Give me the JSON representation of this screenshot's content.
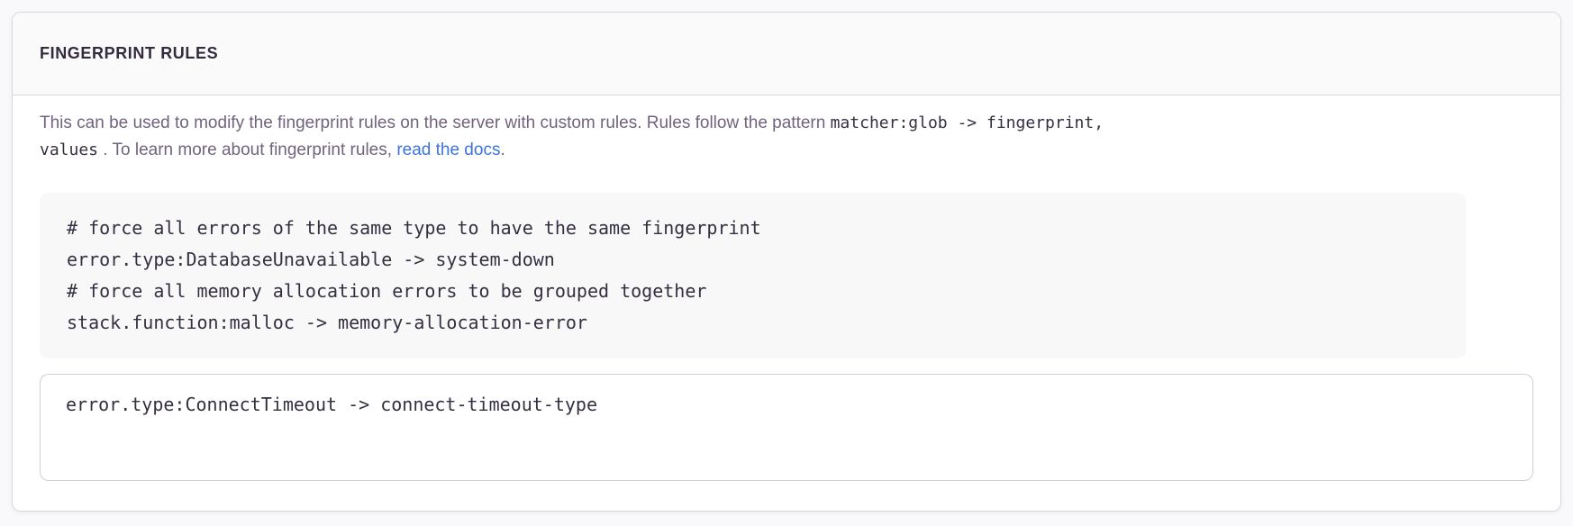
{
  "panel": {
    "title": "FINGERPRINT RULES",
    "description": {
      "line1_text": "This can be used to modify the fingerprint rules on the server with custom rules. Rules follow the pattern ",
      "line1_code": "matcher:glob -> fingerprint,",
      "line2_code": "values",
      "line2_text": " . To learn more about fingerprint rules, ",
      "link_label": "read the docs",
      "line2_end": "."
    },
    "code_example": {
      "lines": [
        "# force all errors of the same type to have the same fingerprint",
        "error.type:DatabaseUnavailable -> system-down",
        "# force all memory allocation errors to be grouped together",
        "stack.function:malloc -> memory-allocation-error"
      ]
    },
    "rules_input": {
      "value": "error.type:ConnectTimeout -> connect-timeout-type"
    }
  },
  "colors": {
    "page_bg": "#f9f8fa",
    "panel_bg": "#ffffff",
    "panel_border": "#d9d6df",
    "header_bg": "#fafafb",
    "header_text": "#342c3d",
    "description_text": "#71637e",
    "code_text": "#362f40",
    "code_block_bg": "#f8f8f9",
    "link_blue": "#3c74dd",
    "textarea_border": "#d1cdd9"
  }
}
